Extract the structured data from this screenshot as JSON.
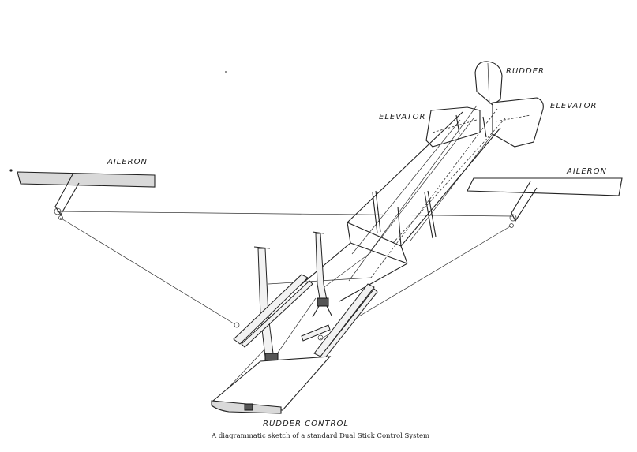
{
  "labels": {
    "rudder": "RUDDER",
    "elevator_left": "ELEVATOR",
    "elevator_right": "ELEVATOR",
    "aileron_left": "AILERON",
    "aileron_right": "AILERON",
    "rudder_control": "RUDDER CONTROL"
  },
  "caption": "A diagrammatic sketch of a standard Dual Stick Control System",
  "colors": {
    "ink": "#222222",
    "paper": "#ffffff",
    "shading": "#d9d9d9"
  }
}
